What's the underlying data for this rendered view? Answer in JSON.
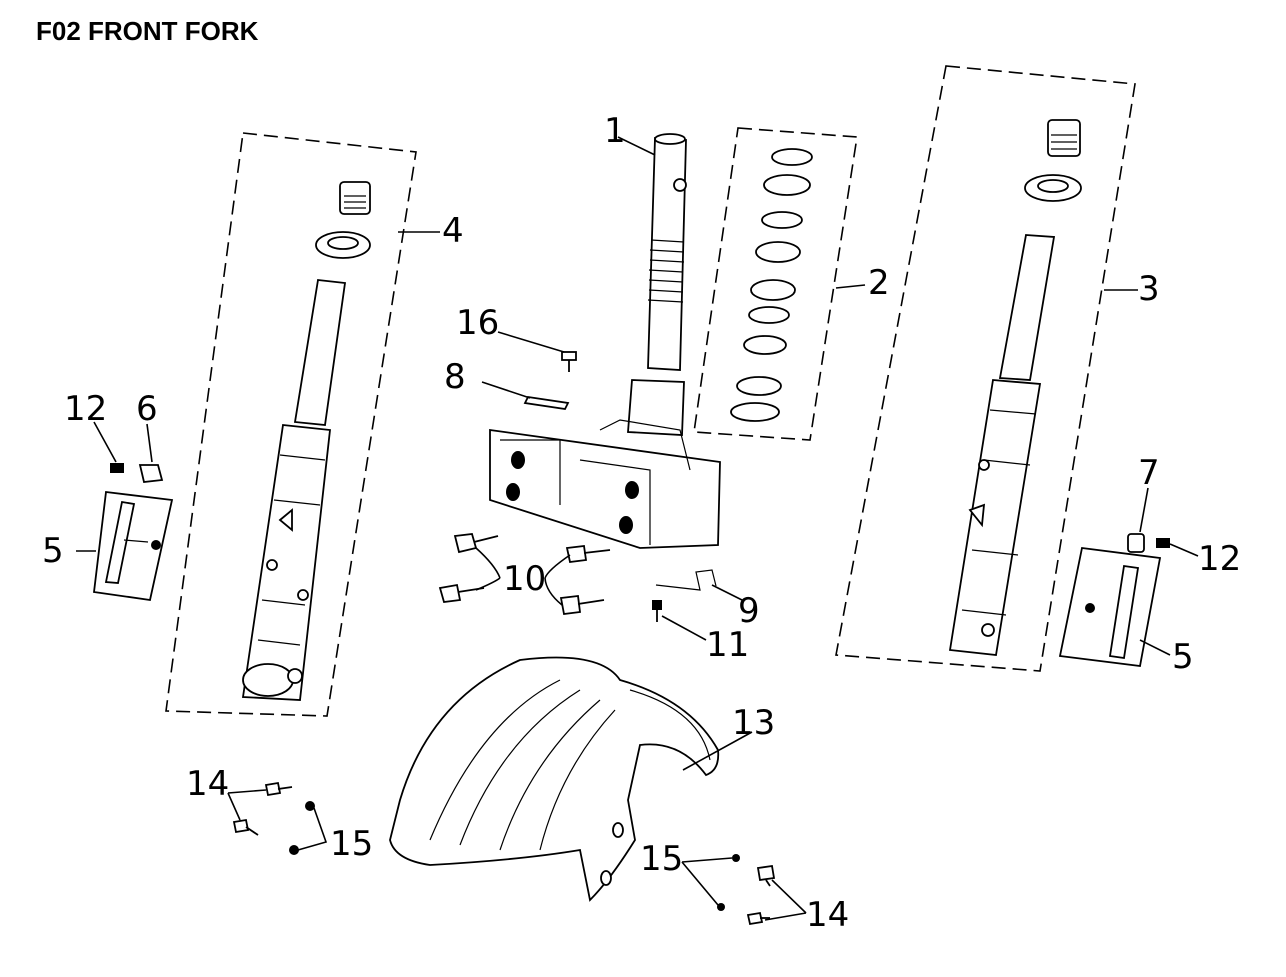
{
  "title": "F02 FRONT FORK",
  "callouts": {
    "c1": "1",
    "c2": "2",
    "c3": "3",
    "c4": "4",
    "c5a": "5",
    "c5b": "5",
    "c6": "6",
    "c7": "7",
    "c8": "8",
    "c9": "9",
    "c10": "10",
    "c11": "11",
    "c12a": "12",
    "c12b": "12",
    "c13": "13",
    "c14a": "14",
    "c14b": "14",
    "c15a": "15",
    "c15b": "15",
    "c16": "16"
  }
}
